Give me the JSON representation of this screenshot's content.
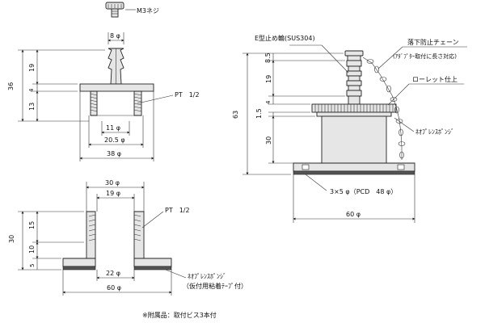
{
  "labels": {
    "m3_screw": "M3ネジ",
    "d8": "8 φ",
    "d36": "36",
    "d19_left": "19",
    "d4_left": "4",
    "d13": "13",
    "pt_top": "PT　1/2",
    "d11": "11 φ",
    "d20_5": "20.5 φ",
    "d38": "38 φ",
    "d30_phi": "30 φ",
    "d19_phi": "19 φ",
    "pt_bottom": "PT　1/2",
    "d30_left": "30",
    "d15": "15",
    "d10": "10",
    "d5": "5",
    "d22": "22 φ",
    "d60_bottom": "60 φ",
    "gasket_bottom": "ﾈｵﾌﾟﾚﾝｽﾎﾟﾝｼﾞ",
    "tape_note": "（仮付用粘着ﾃｰﾌﾟ付）",
    "accessory_note": "※附属品：取付ビス3本付",
    "e_ring": "E型止め輪(SUS304)",
    "chain": "落下防止チェーン",
    "chain_note": "(ｱﾀﾞﾌﾟﾀｰ取付に長さ対応)",
    "knurl": "ローレット仕上",
    "gasket_right": "ﾈｵﾌﾟﾚﾝｽﾎﾟﾝｼﾞ",
    "d63": "63",
    "d8_5": "8.5",
    "d19_right": "19",
    "d4_right": "4",
    "d1_5": "1.5",
    "d30_right": "30",
    "holes": "3×5 φ（PCD　48 φ）",
    "d60_right": "60 φ"
  }
}
